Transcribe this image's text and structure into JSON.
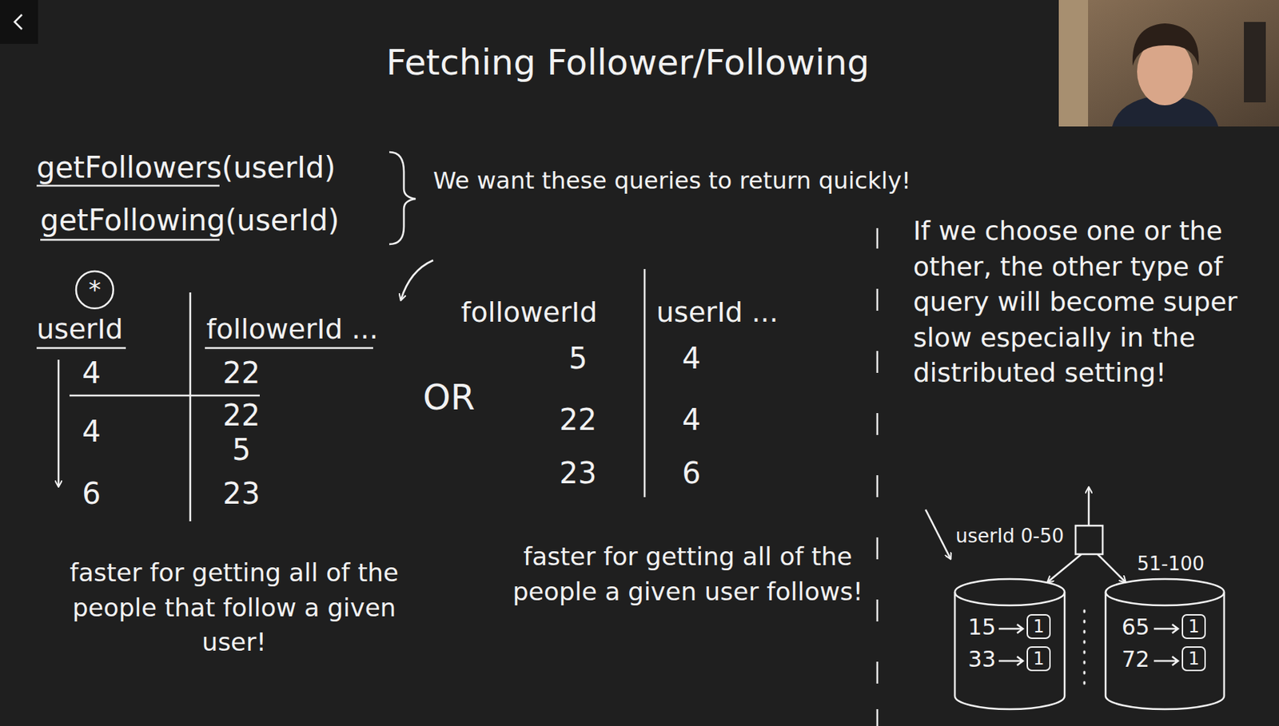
{
  "diagram": {
    "title": "Fetching Follower/Following",
    "nodes": [
      {
        "text": [
          "*"
        ]
      },
      {
        "text": [
          "userId 0-50",
          "15",
          "33"
        ]
      },
      {
        "text": [
          "1"
        ],
        "in": 1
      },
      {
        "text": [
          "1"
        ],
        "in": 1
      },
      {
        "text": [
          "51-100",
          "65",
          "72"
        ]
      },
      {
        "text": [
          "1"
        ],
        "in": 4
      },
      {
        "text": [
          "1"
        ],
        "in": 4
      }
    ],
    "labels": [
      "getFollowers(userId)",
      "getFollowing(userId)",
      "We want these queries to return quickly!",
      "userId",
      "followerId ...",
      "4",
      "22",
      "4",
      "22",
      "5",
      "6",
      "23",
      "OR",
      "followerId",
      "userId ...",
      "5",
      "4",
      "22",
      "4",
      "23",
      "6",
      "faster for getting all of the people that follow a given user!",
      "faster for getting all of the people a given user follows!",
      "If we choose one or the other, the other type of query will become super slow especially in the distributed setting!"
    ]
  }
}
